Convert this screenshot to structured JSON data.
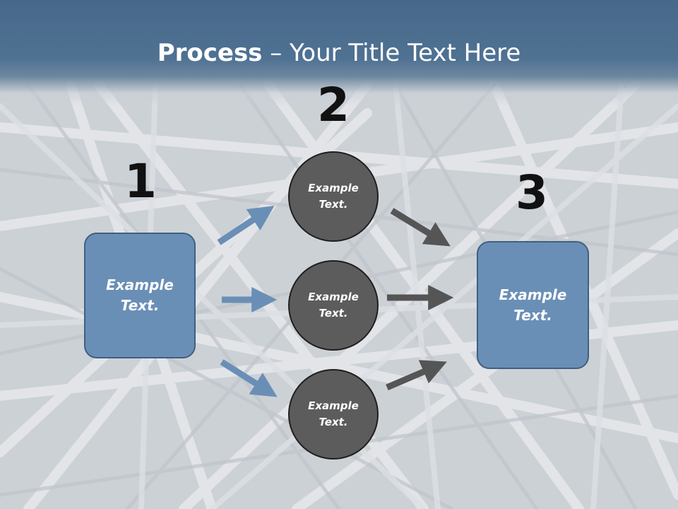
{
  "title": {
    "bold": "Process",
    "rest": " – Your Title Text Here"
  },
  "numbers": {
    "n1": "1",
    "n2": "2",
    "n3": "3"
  },
  "left_box": {
    "line1": "Example",
    "line2": "Text."
  },
  "circles": [
    {
      "line1": "Example",
      "line2": "Text."
    },
    {
      "line1": "Example",
      "line2": "Text."
    },
    {
      "line1": "Example",
      "line2": "Text."
    }
  ],
  "right_box": {
    "line1": "Example",
    "line2": "Text."
  },
  "colors": {
    "header": "#4f7192",
    "box_fill": "#6a8fb6",
    "circle_fill": "#5c5c5c",
    "blue_arrow": "#6a8fb6",
    "gray_arrow": "#555555"
  },
  "background_image": "steel-scaffold-tubes"
}
